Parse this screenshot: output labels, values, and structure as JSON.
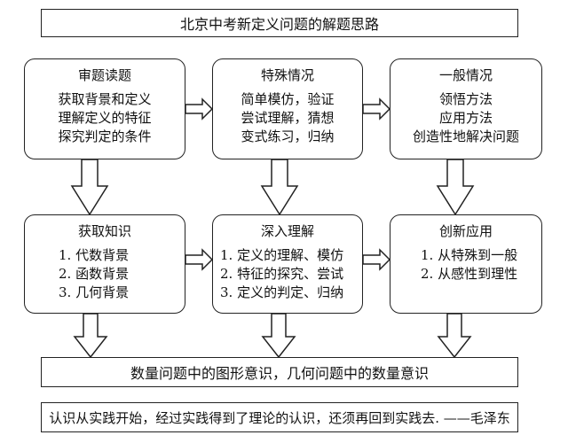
{
  "title": "北京中考新定义问题的解题思路",
  "row1": [
    {
      "heading": "审题读题",
      "lines": [
        "获取背景和定义",
        "理解定义的特征",
        "探究判定的条件"
      ]
    },
    {
      "heading": "特殊情况",
      "lines": [
        "简单模仿，验证",
        "尝试理解，猜想",
        "变式练习，归纳"
      ]
    },
    {
      "heading": "一般情况",
      "lines": [
        "领悟方法",
        "应用方法",
        "创造性地解决问题"
      ]
    }
  ],
  "row2": [
    {
      "heading": "获取知识",
      "lines": [
        "1. 代数背景",
        "2. 函数背景",
        "3. 几何背景"
      ]
    },
    {
      "heading": "深入理解",
      "lines": [
        "1. 定义的理解、模仿",
        "2. 特征的探究、尝试",
        "3. 定义的判定、归纳"
      ]
    },
    {
      "heading": "创新应用",
      "lines": [
        "1. 从特殊到一般",
        "2. 从感性到理性"
      ]
    }
  ],
  "summary": "数量问题中的图形意识，几何问题中的数量意识",
  "quote": "认识从实践开始，经过实践得到了理论的认识，还须再回到实践去. ——毛泽东"
}
